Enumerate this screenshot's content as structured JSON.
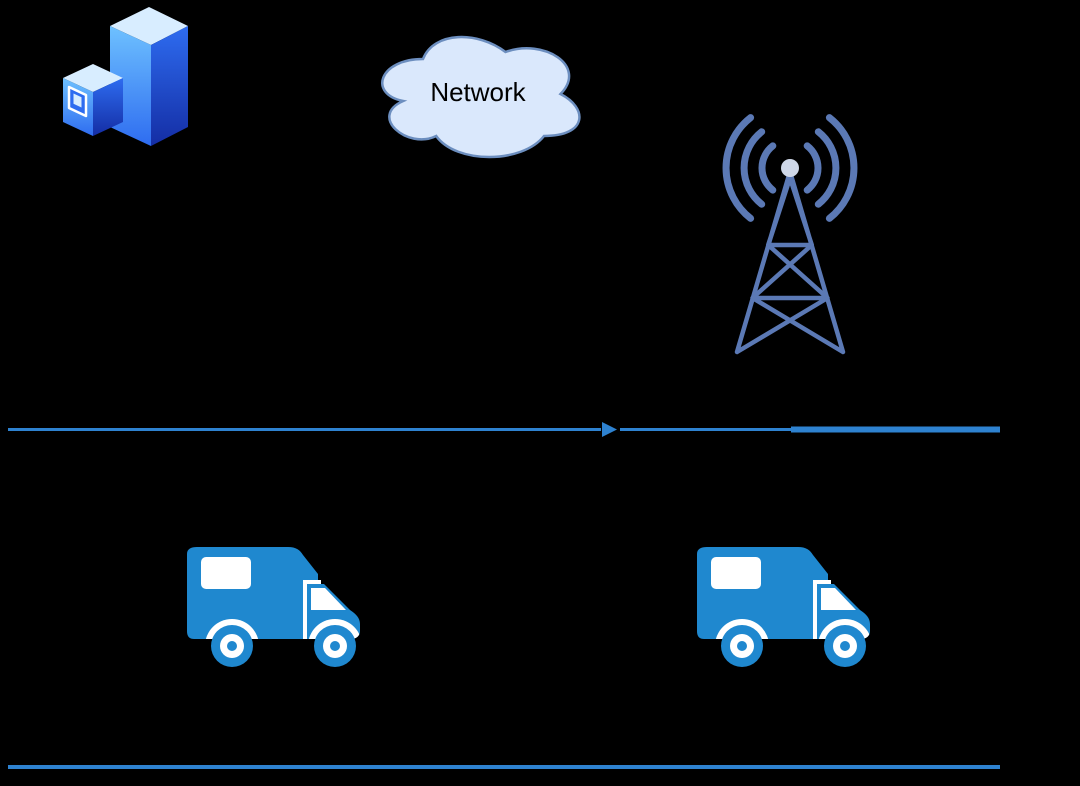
{
  "diagram": {
    "background": "#000000",
    "cloud": {
      "label": "Network",
      "fill": "#dae8fc",
      "stroke": "#6c8ebf",
      "label_color": "#000000"
    },
    "colors": {
      "line": "#2e82d0",
      "tower": "#5b79b5",
      "tower_dot": "#cfd8e8",
      "truck": "#1f88cf",
      "white": "#ffffff",
      "server_top": "#d8edff",
      "server_light": "#6ec1ff",
      "server_mid": "#2e6cf0",
      "server_dark": "#142da4"
    },
    "icons": [
      "server-stack-icon",
      "network-cloud-shape",
      "radio-tower-icon",
      "camper-truck-icon-left",
      "camper-truck-icon-right",
      "mid-line-arrowhead-icon"
    ]
  }
}
